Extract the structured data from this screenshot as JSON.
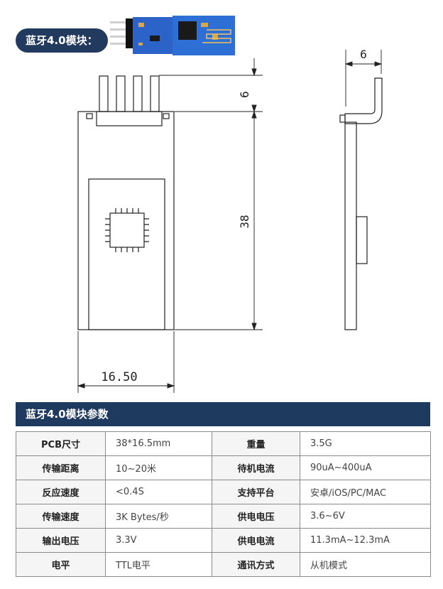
{
  "header": {
    "badge": "蓝牙4.0模块："
  },
  "drawing": {
    "dim_pin_height": "6",
    "dim_length": "38",
    "dim_width": "16.50",
    "dim_side_pin": "6"
  },
  "section": {
    "title": "蓝牙4.0模块参数"
  },
  "specs": [
    {
      "k1": "PCB尺寸",
      "v1": "38*16.5mm",
      "k2": "重量",
      "v2": "3.5G"
    },
    {
      "k1": "传输距离",
      "v1": "10~20米",
      "k2": "待机电流",
      "v2": "90uA~400uA"
    },
    {
      "k1": "反应速度",
      "v1": "<0.4S",
      "k2": "支持平台",
      "v2": "安卓/iOS/PC/MAC"
    },
    {
      "k1": "传输速度",
      "v1": "3K Bytes/秒",
      "k2": "供电电压",
      "v2": "3.6~6V"
    },
    {
      "k1": "输出电压",
      "v1": "3.3V",
      "k2": "供电电流",
      "v2": "11.3mA~12.3mA"
    },
    {
      "k1": "电平",
      "v1": "TTL电平",
      "k2": "通讯方式",
      "v2": "从机模式"
    }
  ],
  "colors": {
    "accent": "#1f3a5f",
    "pcb_blue": "#2c63c9",
    "line": "#222222"
  }
}
